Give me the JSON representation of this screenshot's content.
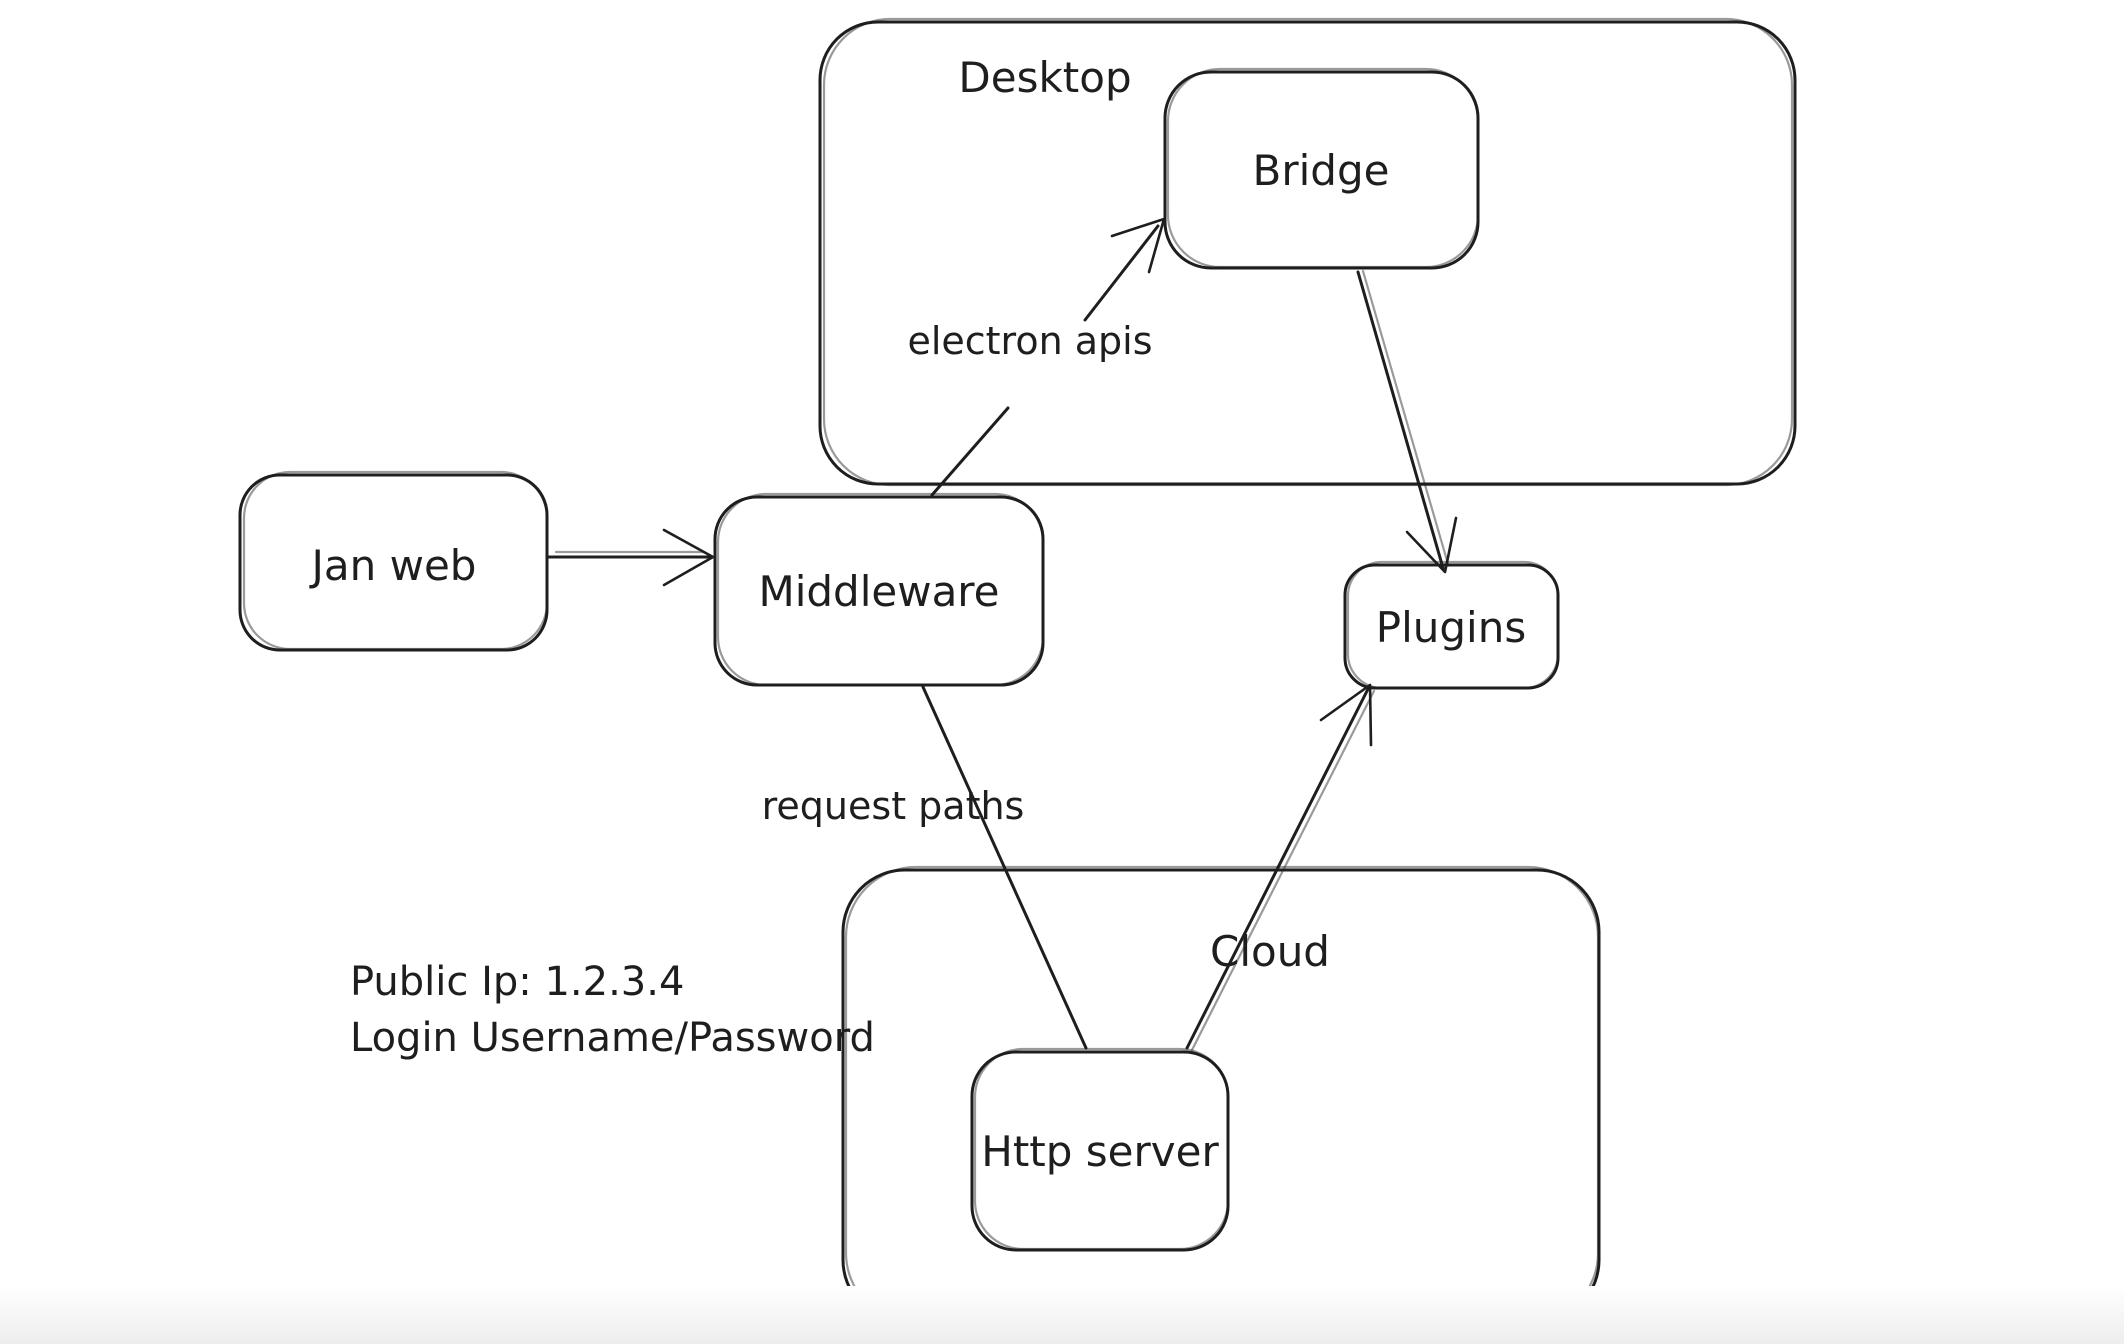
{
  "canvas": {
    "background": "#ffffff",
    "ink": "#1e1e1e",
    "bottom_fade": "#ededed"
  },
  "containers": [
    {
      "id": "desktop",
      "label": "Desktop"
    },
    {
      "id": "cloud",
      "label": "Cloud"
    }
  ],
  "nodes": [
    {
      "id": "jan-web",
      "label": "Jan web"
    },
    {
      "id": "middleware",
      "label": "Middleware"
    },
    {
      "id": "bridge",
      "label": "Bridge"
    },
    {
      "id": "plugins",
      "label": "Plugins"
    },
    {
      "id": "http-server",
      "label": "Http server"
    }
  ],
  "edges": [
    {
      "id": "jan-web-to-middleware",
      "from": "Jan web",
      "to": "Middleware",
      "label": ""
    },
    {
      "id": "middleware-to-bridge",
      "from": "Middleware",
      "to": "Bridge",
      "label": "electron apis"
    },
    {
      "id": "bridge-to-plugins",
      "from": "Bridge",
      "to": "Plugins",
      "label": ""
    },
    {
      "id": "middleware-to-http-server",
      "from": "Middleware",
      "to": "Http server",
      "label": "request paths"
    },
    {
      "id": "http-server-to-plugins",
      "from": "Http server",
      "to": "Plugins",
      "label": ""
    }
  ],
  "annotations": [
    {
      "id": "public-ip",
      "text": "Public Ip: 1.2.3.4"
    },
    {
      "id": "login",
      "text": "Login Username/Password"
    }
  ]
}
